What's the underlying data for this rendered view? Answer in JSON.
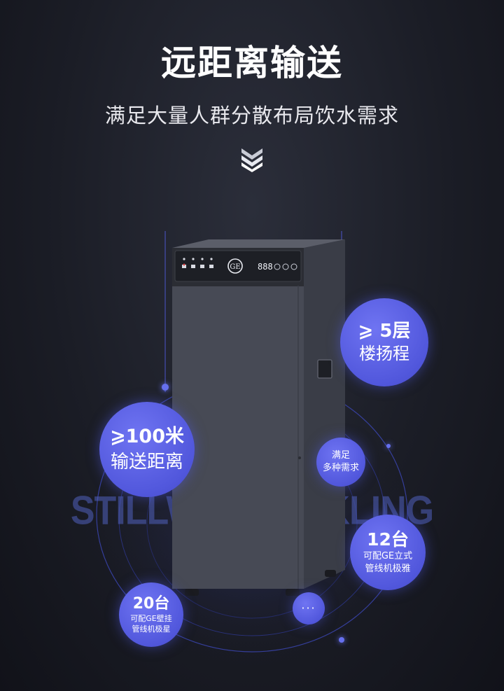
{
  "title": "远距离输送",
  "subtitle": "满足大量人群分散布局饮水需求",
  "watermark": "STILLWAT                    PARKLING",
  "device": {
    "logo": "GE",
    "display": "888"
  },
  "bubbles": {
    "floors": {
      "line1": "⩾ 5层",
      "line2": "楼扬程"
    },
    "distance": {
      "line1": "⩾100米",
      "line2": "输送距离"
    },
    "needs": {
      "line1": "满足",
      "line2": "多种需求"
    },
    "units12": {
      "line1": "12台",
      "line2": "可配GE立式",
      "line3": "管线机极雅"
    },
    "units20": {
      "line1": "20台",
      "line2": "可配GE壁挂",
      "line3": "管线机极星"
    },
    "more": {
      "line1": "···"
    }
  },
  "colors": {
    "accent": "#5a60e6",
    "background": "#1b1d26",
    "cabinet": "#4a4d58"
  }
}
